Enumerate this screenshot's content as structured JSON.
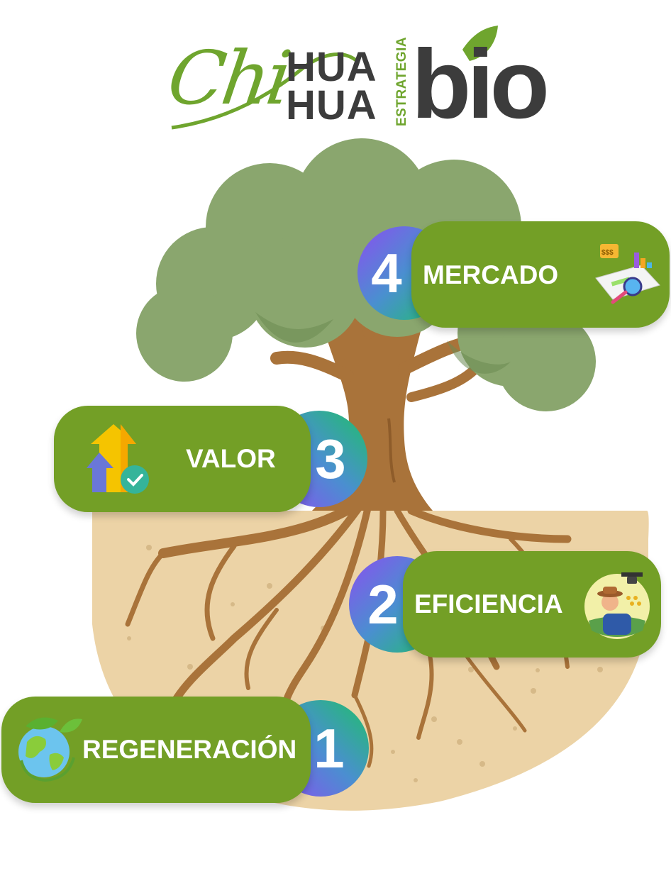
{
  "logo": {
    "chi": "Chi",
    "hua_top": "HUA",
    "hua_bottom": "HUA",
    "estrategia": "ESTRATEGIA",
    "bio": "bio"
  },
  "colors": {
    "pill_green": "#739f26",
    "logo_green": "#6fa52e",
    "logo_gray": "#3c3c3c",
    "canopy": "#8aa66e",
    "trunk": "#a9733a",
    "soil": "#ecd3a6"
  },
  "steps": [
    {
      "number": "1",
      "label": "REGENERACIÓN",
      "icon": "earth-leaf-icon"
    },
    {
      "number": "2",
      "label": "EFICIENCIA",
      "icon": "farmer-drone-icon"
    },
    {
      "number": "3",
      "label": "VALOR",
      "icon": "growth-arrows-check-icon"
    },
    {
      "number": "4",
      "label": "MERCADO",
      "icon": "market-analytics-icon"
    }
  ]
}
